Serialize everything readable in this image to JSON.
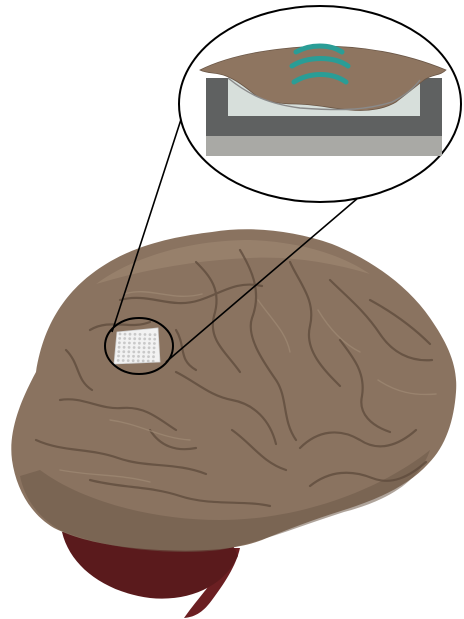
{
  "diagram": {
    "colors": {
      "background": "#ffffff",
      "brain_fill": "#8a7360",
      "brain_shadow": "#6e5a49",
      "brain_highlight": "#9d8670",
      "cerebellum": "#5a1a1c",
      "brainstem": "#6b1f22",
      "electrode_pad": "#f2f2f2",
      "electrode_dot": "#c9c9c9",
      "tissue": "#8e7560",
      "device_body": "#5f6161",
      "device_cavity": "#d7dfdb",
      "device_base": "#a9a9a5",
      "signal_waves": "#2a9d96",
      "outline": "#000000"
    },
    "parts": [
      "brain-cortex",
      "cerebellum",
      "brainstem",
      "electrode-array",
      "magnifier-circle",
      "callout-circle",
      "implant-device",
      "signal-waves"
    ]
  }
}
